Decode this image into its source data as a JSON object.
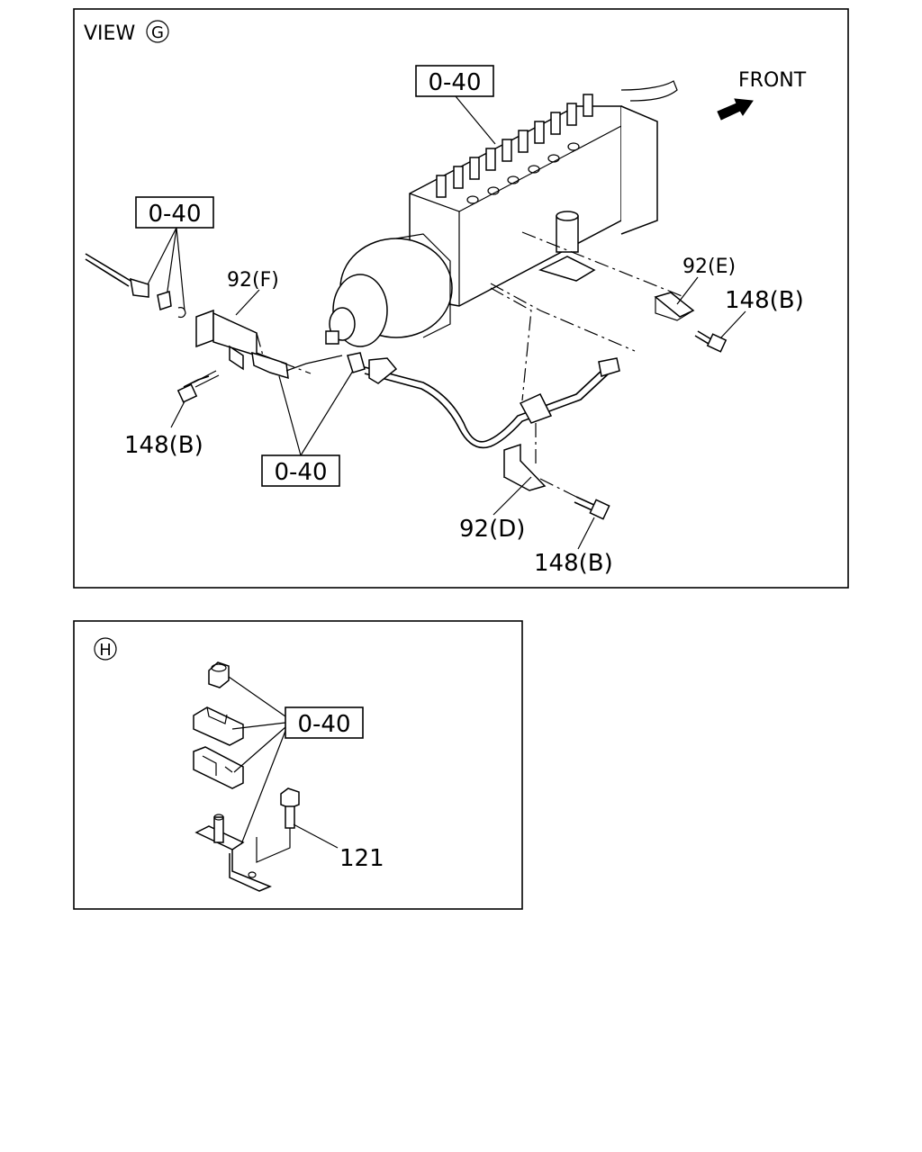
{
  "view_g": {
    "title": "VIEW",
    "view_marker": "G",
    "front_label": "FRONT",
    "callouts": {
      "ref_top": "0-40",
      "ref_left": "0-40",
      "ref_bottom": "0-40",
      "bracket_f": "92(F)",
      "bracket_e": "92(E)",
      "bracket_d": "92(D)",
      "bolt_left": "148(B)",
      "bolt_right": "148(B)",
      "bolt_bottom": "148(B)"
    }
  },
  "view_h": {
    "view_marker": "H",
    "callouts": {
      "ref": "0-40",
      "bolt": "121"
    }
  }
}
